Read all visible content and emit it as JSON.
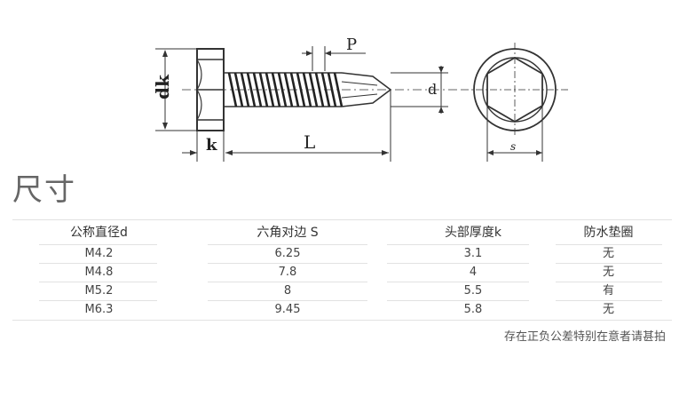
{
  "drawing": {
    "labels": {
      "dk": "dk",
      "k": "k",
      "L": "L",
      "P": "P",
      "d": "d",
      "s": "s"
    },
    "line_color": "#333333"
  },
  "section_title": "尺寸",
  "table": {
    "headers": [
      "公称直径d",
      "六角对边 S",
      "头部厚度k",
      "防水垫圈"
    ],
    "rows": [
      [
        "M4.2",
        "6.25",
        "3.1",
        "无"
      ],
      [
        "M4.8",
        "7.8",
        "4",
        "无"
      ],
      [
        "M5.2",
        "8",
        "5.5",
        "有"
      ],
      [
        "M6.3",
        "9.45",
        "5.8",
        "无"
      ]
    ]
  },
  "note": "存在正负公差特别在意者请甚拍"
}
